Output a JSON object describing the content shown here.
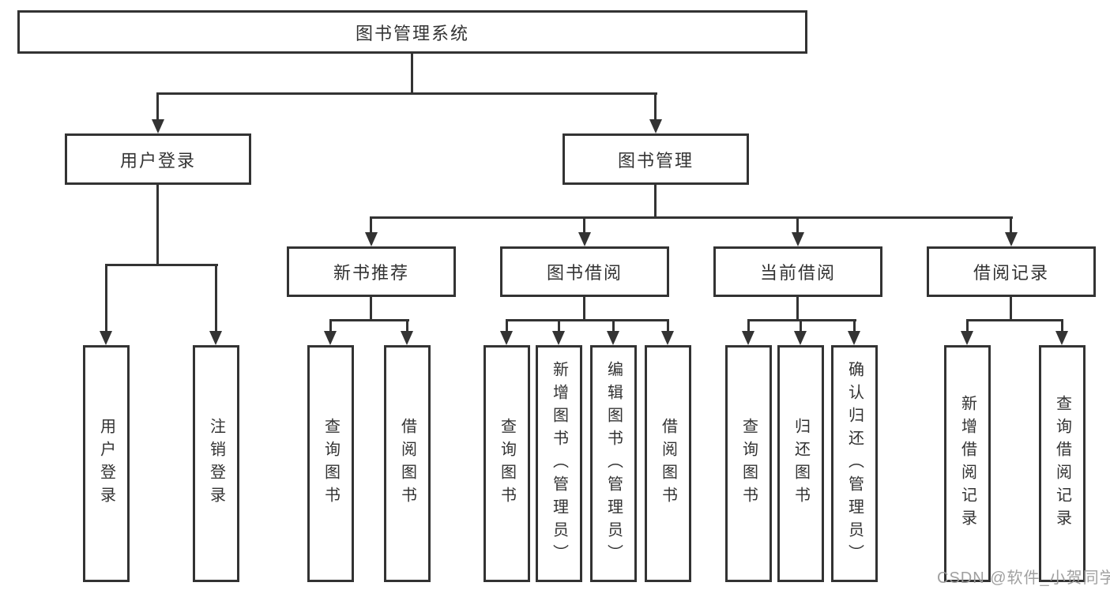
{
  "tree": {
    "root": "图书管理系统",
    "branches": [
      {
        "label": "用户登录",
        "leaves": [
          "用户登录",
          "注销登录"
        ]
      },
      {
        "label": "图书管理",
        "sections": [
          {
            "label": "新书推荐",
            "leaves": [
              "查询图书",
              "借阅图书"
            ]
          },
          {
            "label": "图书借阅",
            "leaves": [
              "查询图书",
              "新增图书（管理员）",
              "编辑图书（管理员）",
              "借阅图书"
            ]
          },
          {
            "label": "当前借阅",
            "leaves": [
              "查询图书",
              "归还图书",
              "确认归还（管理员）"
            ]
          },
          {
            "label": "借阅记录",
            "leaves": [
              "新增借阅记录",
              "查询借阅记录"
            ]
          }
        ]
      }
    ]
  },
  "watermark": "CSDN @软件_小贺同学",
  "colors": {
    "line": "#333333",
    "border": "#333333",
    "text": "#333333",
    "watermark_text": "#9b9b9b",
    "background": "#ffffff"
  }
}
